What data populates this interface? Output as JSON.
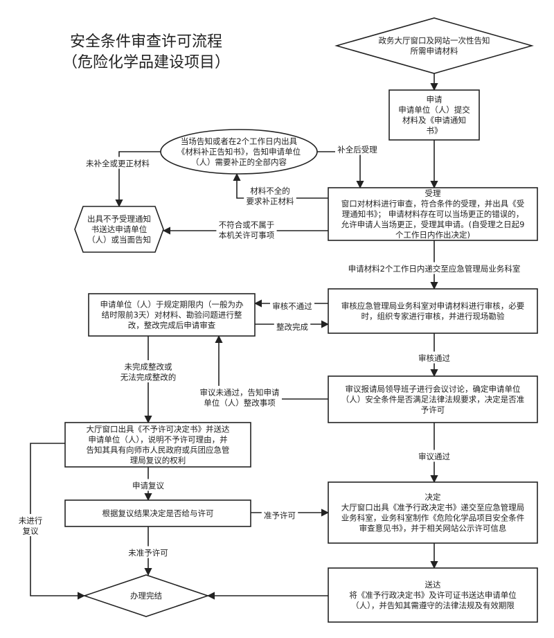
{
  "title_line1": "安全条件审查许可流程",
  "title_line2": "（危险化学品建设项目）",
  "nodes": {
    "start": [
      "政务大厅窗口及网站一次性告知",
      "所需申请材料"
    ],
    "apply": [
      "申请",
      "申请单位（人）提交",
      "材料及《申请通知",
      "书》"
    ],
    "supplement": [
      "当场告知或者在2个工作日内出具",
      "《材料补正告知书》，告知申请单位",
      "（人）需要补正的全部内容"
    ],
    "accept": [
      "受理",
      "窗口对材料进行审查，符合条件的受理，并出具《受",
      "理通知书》；  申请材料存在可以当场更正的错误的，",
      "允许申请人当场更正，受理其申请。(自受理之日起9",
      "个工作日内作出决定)"
    ],
    "reject_notice": [
      "出具不予受理通知",
      "书送达申请单位",
      "（人）或当面告知"
    ],
    "review": [
      "审核应急管理局业务科室对申请材料进行审核，必要",
      "时，组织专家进行审核，并进行现场勘验"
    ],
    "rectify": [
      "申请单位（人）于规定期限内（一般为办",
      "结时限前3天）对材料、勘验问题进行整",
      "改，整改完成后申请审查"
    ],
    "meeting": [
      "审议报请局领导班子进行会议讨论，确定申请单位",
      "（人）安全条件是否满足法律法规要求，决定是否准",
      "予许可"
    ],
    "deny": [
      "大厅窗口出具《不予许可决定书》并送达",
      "申请单位（人），说明不予许可理由，并",
      "告知其具有向师市人民政府或兵团应急管",
      "理局复议的权利"
    ],
    "recheck": [
      "根据复议结果决定是否给与许可"
    ],
    "decide": [
      "决定",
      "大厅窗口出具《准予行政决定书》递交至应急管理局",
      "业务科室，业务科室制作《危险化学品项目安全条件",
      "审查意见书》，并于相关网站公示许可信息"
    ],
    "deliver": [
      "送达",
      "将《准予行政决定书》及许可证书送达申请单位",
      "（人），并告知其需遵守的法律法规及有效期限"
    ],
    "end": [
      "办理完结"
    ]
  },
  "labels": {
    "supplemented": [
      "补全后受理"
    ],
    "incomplete": [
      "材料不全的",
      "要求补正材料"
    ],
    "not_corrected": [
      "未补全或更正材料"
    ],
    "not_comply": [
      "不符合或不属于",
      "本机关许可事项"
    ],
    "submit_2days": [
      "申请材料2个工作日内递交至应急管理局业务科室"
    ],
    "review_fail": [
      "审核不通过"
    ],
    "rectify_done": [
      "整改完成"
    ],
    "review_pass": [
      "审核通过"
    ],
    "not_rectified": [
      "未完成整改或",
      "无法完成整改的"
    ],
    "meeting_fail": [
      "审议未通过，告知申请",
      "单位（人）整改事项"
    ],
    "meeting_pass": [
      "审议通过"
    ],
    "apply_recheck": [
      "申请复议"
    ],
    "grant": [
      "准予许可"
    ],
    "not_granted": [
      "未准予许可"
    ],
    "no_recheck": [
      "未进行",
      "复议"
    ]
  }
}
